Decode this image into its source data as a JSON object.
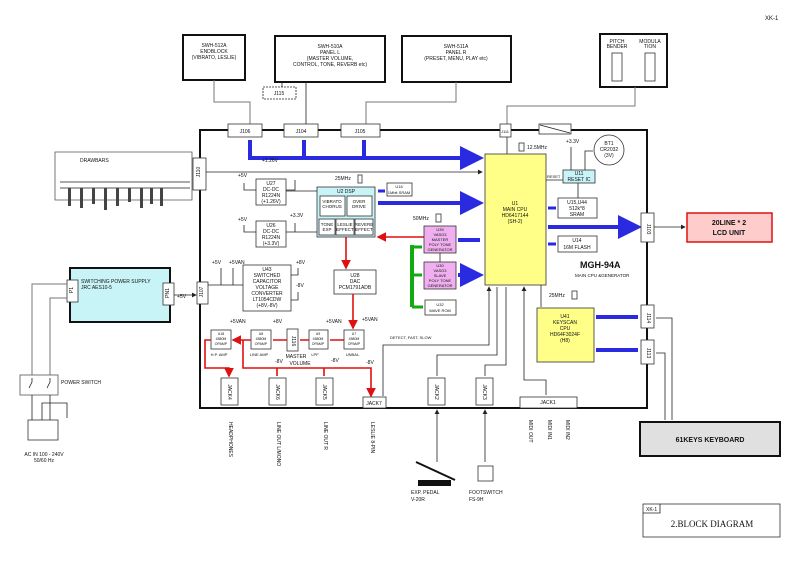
{
  "page_id": "XK-1",
  "panels": {
    "endblock": [
      "SWH-512A",
      "ENDBLOCK",
      "(VIBRATO, LESLIE)"
    ],
    "panel_l": [
      "SWH-510A",
      "PANEL L",
      "(MASTER VOLUME,",
      "CONTROL, TONE, REVERB etc)"
    ],
    "panel_r": [
      "SWH-511A",
      "PANEL R",
      "(PRESET, MENU, PLAY etc)"
    ],
    "pitch": [
      "PITCH",
      "BENDER"
    ],
    "modulation": [
      "MODULA",
      "TION"
    ]
  },
  "connectors": {
    "j115": "J115",
    "j106": "J106",
    "j104": "J104",
    "j105": "J105",
    "j111": "J111",
    "j110": "J110",
    "j107": "J107",
    "j103": "J103",
    "j114": "J114",
    "j113": "J113",
    "j116": "J116",
    "p1": "P1",
    "pn1": "PN1"
  },
  "drawbars": "DRAWBARS",
  "rails": {
    "p5v": "+5V",
    "p5van": "+5VAN",
    "p8v": "+8V",
    "m8v": "-8V",
    "p126": "+1.26V",
    "p33": "+3.3V"
  },
  "blocks": {
    "u27": [
      "U27",
      "DC-DC",
      "R1224N",
      "(+1.26V)"
    ],
    "u26": [
      "U26",
      "DC-DC",
      "R1224N",
      "(+3.3V)"
    ],
    "u2": [
      "U2 DSP"
    ],
    "vibrato": [
      "VIBRATO",
      "CHORUS"
    ],
    "overdrive": [
      "OVER",
      "DRIVE"
    ],
    "tone": [
      "TONE",
      "EXP"
    ],
    "leslie": [
      "LESLIE",
      "EFFECT"
    ],
    "reverb": [
      "REVERB",
      "EFFECT"
    ],
    "u16": [
      "U16",
      "1Mbit SRAM"
    ],
    "u39": [
      "U39",
      "VASG3",
      "MASTER",
      "POLY TONE",
      "GENERATOR"
    ],
    "u30": [
      "U30",
      "VASG3",
      "SLAVE",
      "POLY TONE",
      "GENERATOR"
    ],
    "u32": [
      "U32",
      "WAVE ROM"
    ],
    "u43": [
      "U43",
      "SWITCHED",
      "CAPACITOR",
      "VOLTAGE",
      "CONVERTER",
      "LT1054CDW",
      "(+8V,-8V)"
    ],
    "u28": [
      "U28",
      "DAC",
      "PCM1791ADB"
    ],
    "u1": [
      "U1",
      "MAIN CPU",
      "HD6417144",
      "(SH-2)"
    ],
    "u11": [
      "U11",
      "RESET IC"
    ],
    "bt1": [
      "BT1",
      "CR2032",
      "(3V)"
    ],
    "u15": [
      "U15,U44",
      "512k*8",
      "SRAM"
    ],
    "u14": [
      "U14",
      "16M FLASH"
    ],
    "u41": [
      "U41",
      "KEYSCAN",
      "CPU",
      "HD64F3024F",
      "(H8)"
    ],
    "u18": [
      "U18",
      "4580M",
      "OPAMP",
      "H.P. AMP"
    ],
    "u8": [
      "U8",
      "4580M",
      "OPAMP",
      "LINE AMP"
    ],
    "u9": [
      "U9",
      "4580M",
      "OPAMP",
      "LPF"
    ],
    "u7": [
      "U7",
      "4580M",
      "OPAMP",
      "UNBAL."
    ]
  },
  "clocks": {
    "c25": "25MHz",
    "c50": "50MHz",
    "c125": "12.5MHz",
    "c25b": "25MHz"
  },
  "signals": {
    "reset": "RESET",
    "detect": "DETECT, FAST, SLOW",
    "master_volume": [
      "MASTER",
      "VOLUME"
    ]
  },
  "board": {
    "name": "MGH-94A",
    "subtitle": "MAIN CPU &GENERATOR"
  },
  "psu": [
    "SWITCHING POWER SUPPLY",
    "JRC AES10-5"
  ],
  "power_switch": "POWER SWITCH",
  "ac_in": [
    "AC IN 100 - 240V",
    "50/60 Hz"
  ],
  "lcd": [
    "20LINE * 2",
    "LCD UNIT"
  ],
  "keyboard": "61KEYS KEYBOARD",
  "jacks": {
    "jack4": "JACK4",
    "jack6": "JACK6",
    "jack5": "JACK5",
    "jack7": "JACK7",
    "jack2": "JACK2",
    "jack3": "JACK3",
    "jack1": "JACK1"
  },
  "outputs": [
    "HEADPHONES",
    "LINE OUT L/MONO",
    "LINE OUT R",
    "LESLIE 8-PIN",
    "MIDI OUT",
    "MIDI IN1",
    "MIDI IN2"
  ],
  "pedal": [
    "EXP. PEDAL",
    "V-20R"
  ],
  "footswitch": [
    "FOOTSWITCH",
    "FS-9H"
  ],
  "title_block": {
    "id": "XK-1",
    "title": "2.BLOCK DIAGRAM"
  },
  "colors": {
    "bus": "#2a2ae0",
    "audio": "#dd1111",
    "tone_bus": "#11aa11",
    "cpu": "#ffff88",
    "dsp": "#c8f4f8",
    "tonegen": "#f0b0f0",
    "lcd": "#ffcccc"
  }
}
